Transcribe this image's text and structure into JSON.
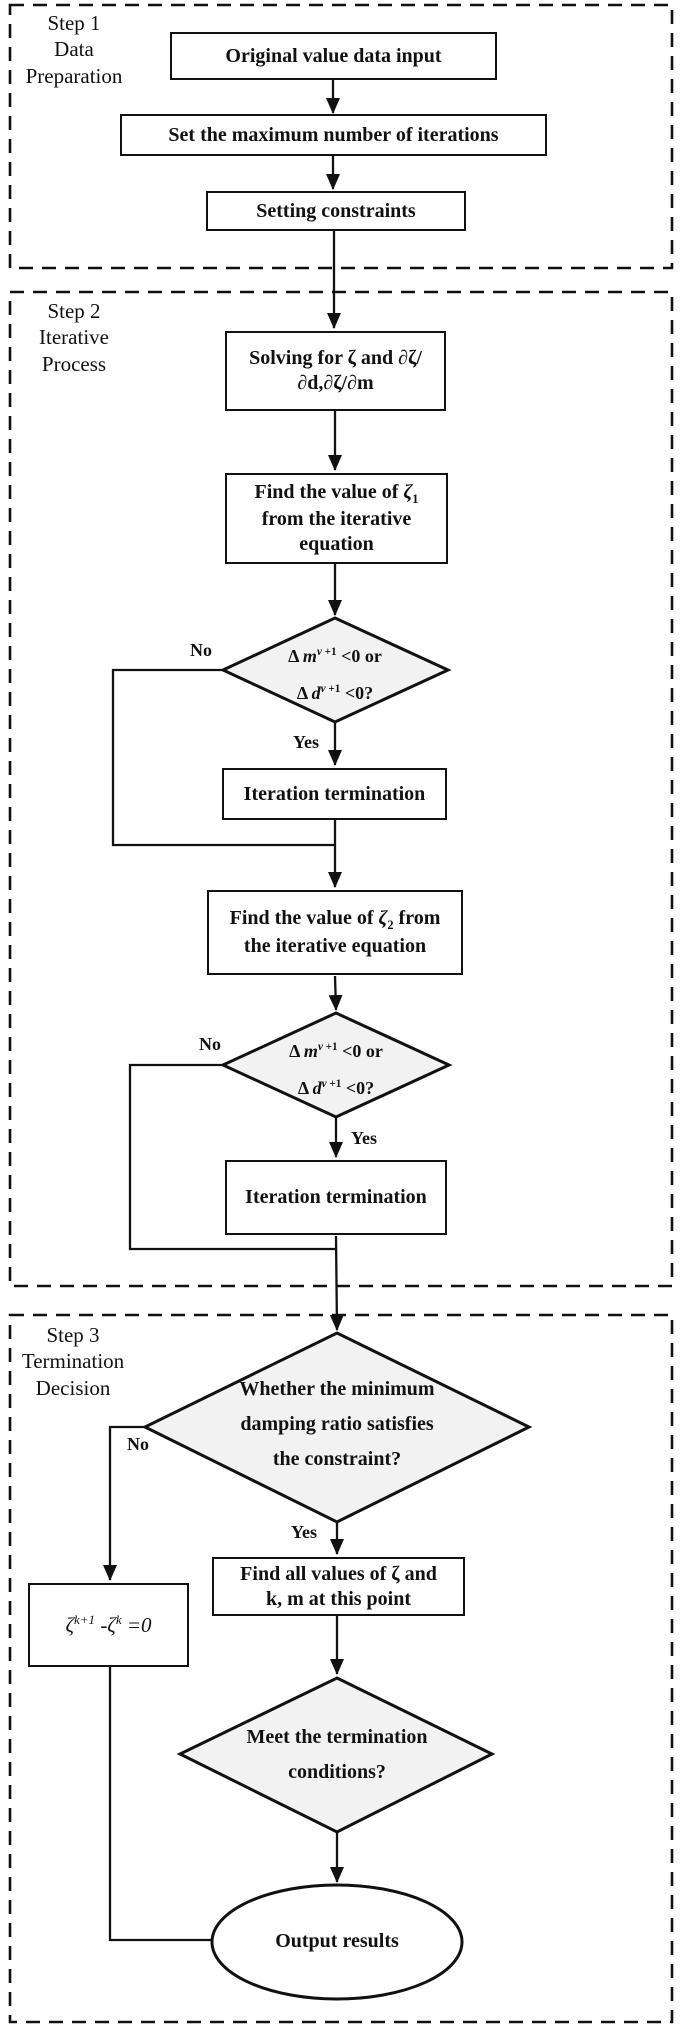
{
  "steps": [
    {
      "label_lines": {
        "l1": "Step 1",
        "l2": "Data",
        "l3": "Preparation"
      }
    },
    {
      "label_lines": {
        "l1": "Step 2",
        "l2": "Iterative",
        "l3": "Process"
      }
    },
    {
      "label_lines": {
        "l1": "Step 3",
        "l2": "Termination",
        "l3": "Decision"
      }
    }
  ],
  "boxes": {
    "original_input": "Original value data input",
    "max_iterations": "Set the maximum number of iterations",
    "constraints": "Setting constraints",
    "solving": {
      "line1": "Solving for ζ and ∂ζ/",
      "line2": "∂d,∂ζ/∂m"
    },
    "zeta1": {
      "prefix": "Find the value of ",
      "var": "ζ",
      "sub": "1",
      "line2": "from the iterative",
      "line3": "equation"
    },
    "iteration_termination_1": "Iteration termination",
    "zeta2": {
      "prefix": "Find the value of ",
      "var": "ζ",
      "sub": "2",
      "suffix": " from",
      "line2": "the iterative equation"
    },
    "iteration_termination_2": "Iteration termination",
    "find_all": {
      "line1": "Find all values of ζ and",
      "line2": "k, m at this point"
    },
    "zeta_eq": {
      "base1": "ζ",
      "sup1": "k+1",
      "mid": " -ζ",
      "sup2": "k",
      "rest": " =0"
    }
  },
  "diamonds": {
    "check1": {
      "l1_delta": "Δ ",
      "l1_var": "m",
      "l1_sup_var": "v",
      "l1_sup_rest": " +1",
      "l1_rest": " <0 or",
      "l2_delta": "Δ ",
      "l2_var": "d",
      "l2_sup_var": "v",
      "l2_sup_rest": " +1",
      "l2_rest": " <0?"
    },
    "check2": {
      "l1_delta": "Δ ",
      "l1_var": "m",
      "l1_sup_var": "v",
      "l1_sup_rest": " +1",
      "l1_rest": " <0 or",
      "l2_delta": "Δ ",
      "l2_var": "d",
      "l2_sup_var": "v",
      "l2_sup_rest": " +1",
      "l2_rest": " <0?"
    },
    "damping": {
      "line1": "Whether the minimum",
      "line2": "damping ratio satisfies",
      "line3": "the constraint?"
    },
    "termination": {
      "line1": "Meet the termination",
      "line2": "conditions?"
    }
  },
  "terminal": {
    "output": "Output results"
  },
  "edge_labels": {
    "no1": "No",
    "yes1": "Yes",
    "no2": "No",
    "yes2": "Yes",
    "no3": "No",
    "yes3": "Yes"
  },
  "colors": {
    "line": "#111111",
    "diamond_fill": "#f2f2f2",
    "box_fill": "#ffffff"
  }
}
